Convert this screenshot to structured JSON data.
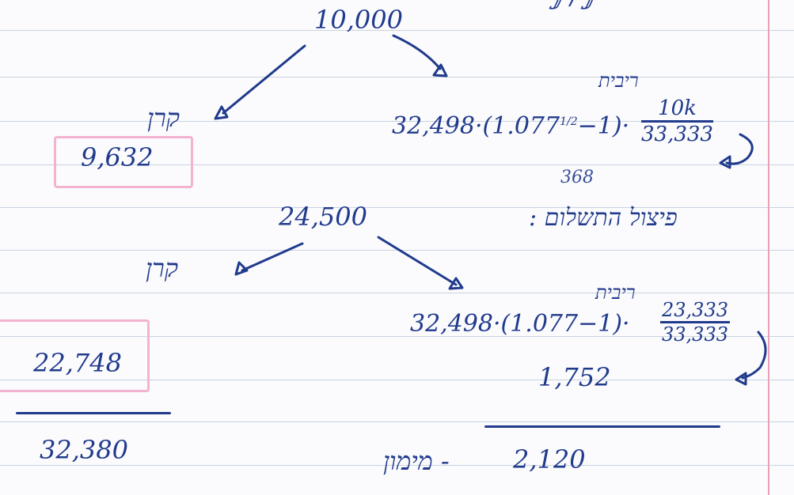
{
  "notes": {
    "top_total": "10,000",
    "label_principal": "קרן",
    "label_interest": "ריבית",
    "first_box_value": "9,632",
    "first_interest_expr": "32,498·(1.077",
    "first_interest_exp": "1/2",
    "first_interest_tail": "−1)·",
    "first_frac_num": "10k",
    "first_frac_den": "33,333",
    "first_interest_result": "368",
    "payment_breakdown_label": "פיצול התשלום :",
    "second_total": "24,500",
    "second_principal_label": "קרן",
    "second_interest_label": "ריבית",
    "second_interest_expr": "32,498·(1.077−1)·",
    "second_frac_num": "23,333",
    "second_frac_den": "33,333",
    "second_box_value": "22,748",
    "second_interest_result": "1,752",
    "sum_left": "32,380",
    "sum_right": "2,120",
    "financing_label": "- מימון"
  }
}
